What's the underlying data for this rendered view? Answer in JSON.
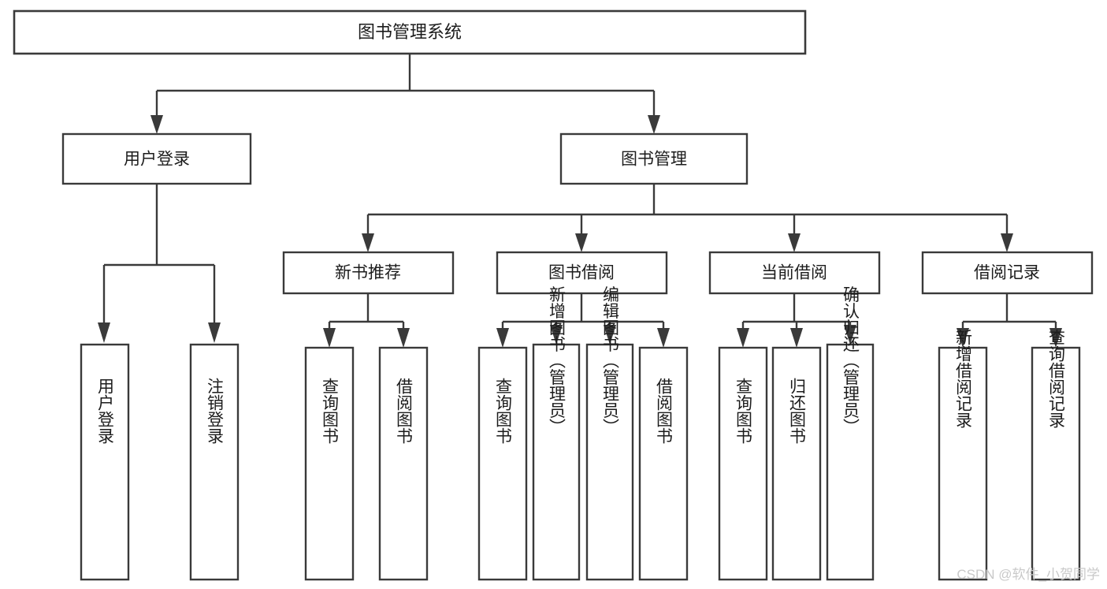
{
  "diagram": {
    "title": "图书管理系统",
    "type": "hierarchy-tree",
    "orientation": "top-down",
    "levels": 4,
    "root": {
      "label": "图书管理系统",
      "children": [
        {
          "label": "用户登录",
          "children": [
            {
              "label": "用户登录",
              "vertical": true
            },
            {
              "label": "注销登录",
              "vertical": true
            }
          ]
        },
        {
          "label": "图书管理",
          "children": [
            {
              "label": "新书推荐",
              "children": [
                {
                  "label": "查询图书",
                  "vertical": true
                },
                {
                  "label": "借阅图书",
                  "vertical": true
                }
              ]
            },
            {
              "label": "图书借阅",
              "children": [
                {
                  "label": "查询图书",
                  "vertical": true
                },
                {
                  "label": "新增图书（管理员）",
                  "vertical": true
                },
                {
                  "label": "编辑图书（管理员）",
                  "vertical": true
                },
                {
                  "label": "借阅图书",
                  "vertical": true
                }
              ]
            },
            {
              "label": "当前借阅",
              "children": [
                {
                  "label": "查询图书",
                  "vertical": true
                },
                {
                  "label": "归还图书",
                  "vertical": true
                },
                {
                  "label": "确认归还（管理员）",
                  "vertical": true
                }
              ]
            },
            {
              "label": "借阅记录",
              "children": [
                {
                  "label": "新增借阅记录",
                  "vertical": true
                },
                {
                  "label": "查询借阅记录",
                  "vertical": true
                }
              ]
            }
          ]
        }
      ]
    },
    "nodes": {
      "root": "图书管理系统",
      "user_login": "用户登录",
      "book_manage": "图书管理",
      "new_book_rec": "新书推荐",
      "book_borrow": "图书借阅",
      "current_borrow": "当前借阅",
      "borrow_record": "借阅记录",
      "leaf_login": "用户登录",
      "leaf_logout": "注销登录",
      "leaf_query_book_1": "查询图书",
      "leaf_borrow_book_1": "借阅图书",
      "leaf_query_book_2": "查询图书",
      "leaf_add_book": "新增图书（管理员）",
      "leaf_edit_book": "编辑图书（管理员）",
      "leaf_borrow_book_2": "借阅图书",
      "leaf_query_book_3": "查询图书",
      "leaf_return_book": "归还图书",
      "leaf_confirm_return": "确认归还（管理员）",
      "leaf_add_record": "新增借阅记录",
      "leaf_query_record": "查询借阅记录"
    },
    "colors": {
      "stroke": "#3a3a3a",
      "fill": "#ffffff",
      "text": "#1c1c1c",
      "watermark": "#c9c9c9",
      "background": "#ffffff"
    }
  },
  "watermark": {
    "text": "CSDN @软件_小贺同学"
  }
}
